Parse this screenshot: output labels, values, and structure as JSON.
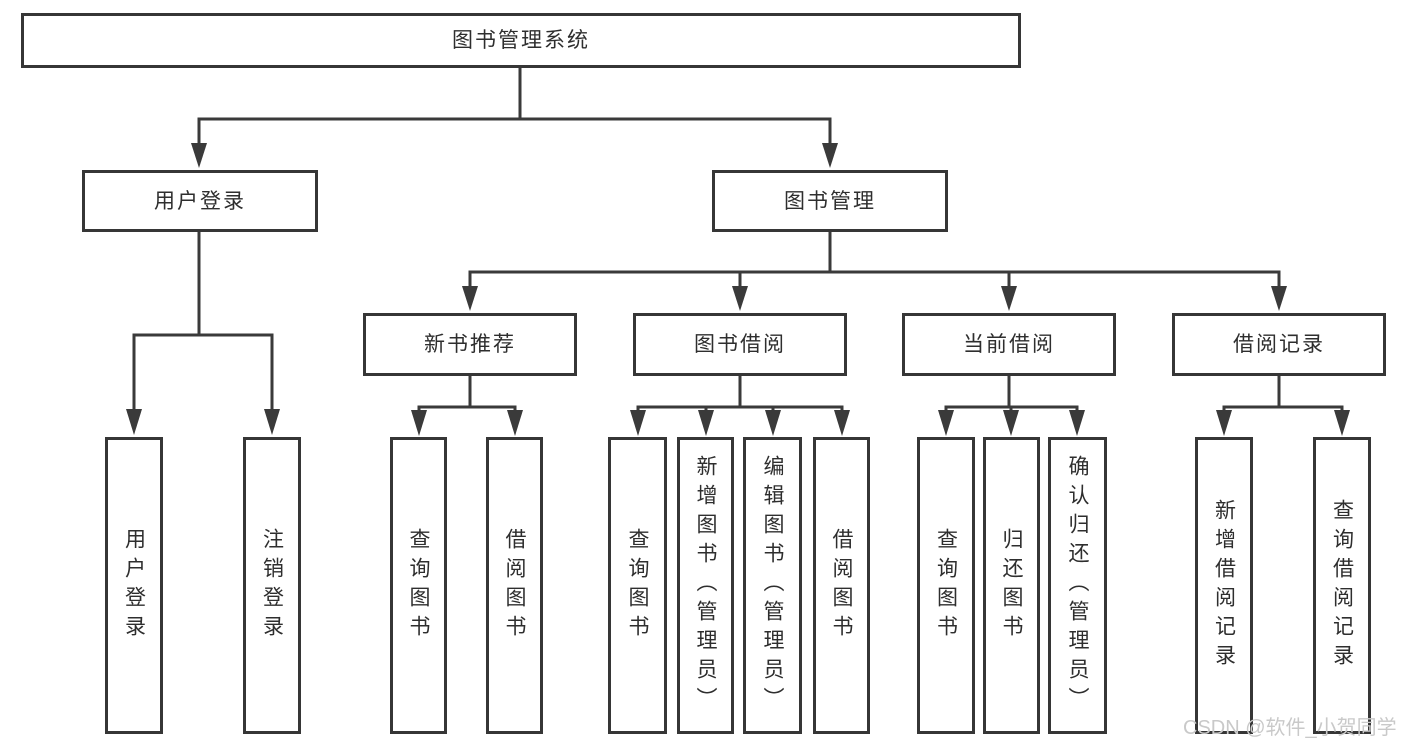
{
  "colors": {
    "line": "#3a3a3a",
    "box-border": "#363636",
    "box-bg": "#ffffff",
    "ink": "#2e2e2e",
    "watermark": "#c9c9c9",
    "canvas-bg": "#ffffff"
  },
  "watermark": {
    "text": "CSDN @软件_小贺同学"
  },
  "tree": {
    "root": {
      "label": "图书管理系统",
      "children": [
        {
          "label": "用户登录",
          "children": [
            {
              "label": "用户登录"
            },
            {
              "label": "注销登录"
            }
          ]
        },
        {
          "label": "图书管理",
          "children": [
            {
              "label": "新书推荐",
              "children": [
                {
                  "label": "查询图书"
                },
                {
                  "label": "借阅图书"
                }
              ]
            },
            {
              "label": "图书借阅",
              "children": [
                {
                  "label": "查询图书"
                },
                {
                  "label": "新增图书（管理员）"
                },
                {
                  "label": "编辑图书（管理员）"
                },
                {
                  "label": "借阅图书"
                }
              ]
            },
            {
              "label": "当前借阅",
              "children": [
                {
                  "label": "查询图书"
                },
                {
                  "label": "归还图书"
                },
                {
                  "label": "确认归还（管理员）"
                }
              ]
            },
            {
              "label": "借阅记录",
              "children": [
                {
                  "label": "新增借阅记录"
                },
                {
                  "label": "查询借阅记录"
                }
              ]
            }
          ]
        }
      ]
    }
  }
}
